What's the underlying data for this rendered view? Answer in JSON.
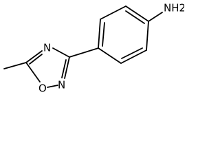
{
  "molecule": {
    "labels": {
      "amine": "NH2",
      "ring_n_top": "N",
      "ring_n_bottom": "N",
      "ring_o": "O"
    }
  },
  "colors": {
    "bond": "#000000",
    "label": "#000000",
    "background": "#ffffff"
  }
}
